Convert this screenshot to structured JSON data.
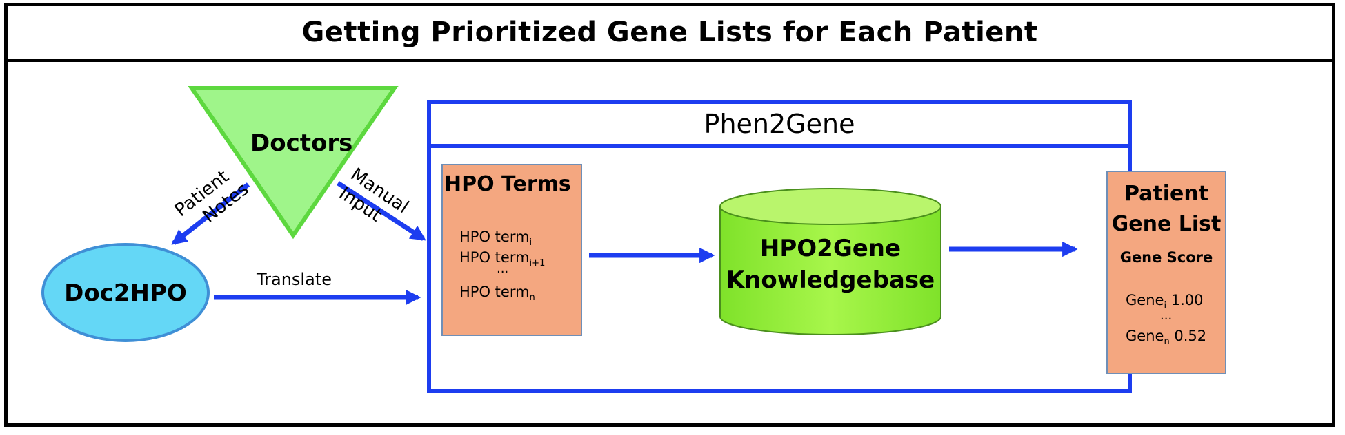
{
  "title": "Getting Prioritized Gene Lists for Each Patient",
  "doctors": {
    "label": "Doctors",
    "color": "#9ff58a",
    "stroke": "#5dd83f"
  },
  "doc2hpo": {
    "label": "Doc2HPO",
    "color": "#64d7f6",
    "stroke": "#3f8fd6"
  },
  "edges": {
    "patient_notes_line1": "Patient",
    "patient_notes_line2": "Notes",
    "manual_input_line1": "Manual",
    "manual_input_line2": "Input",
    "translate": "Translate"
  },
  "phen2gene": {
    "title": "Phen2Gene",
    "border_color": "#1d3df0",
    "hpo_terms": {
      "title": "HPO Terms",
      "term_prefix": "HPO term",
      "items": [
        {
          "sub": "i"
        },
        {
          "sub": "i+1"
        },
        {
          "sub": "n"
        }
      ],
      "ellipsis": "..."
    },
    "knowledgebase": {
      "line1": "HPO2Gene",
      "line2": "Knowledgebase",
      "color": "#9cf23f"
    },
    "gene_list": {
      "title_line1": "Patient",
      "title_line2": "Gene List",
      "header": "Gene Score",
      "gene_prefix": "Gene",
      "items": [
        {
          "sub": "i",
          "score": "1.00"
        },
        {
          "sub": "n",
          "score": "0.52"
        }
      ],
      "ellipsis": "..."
    }
  },
  "colors": {
    "arrow": "#1d3df0",
    "box_fill": "#f4a780",
    "box_border": "#6f8fb7"
  }
}
